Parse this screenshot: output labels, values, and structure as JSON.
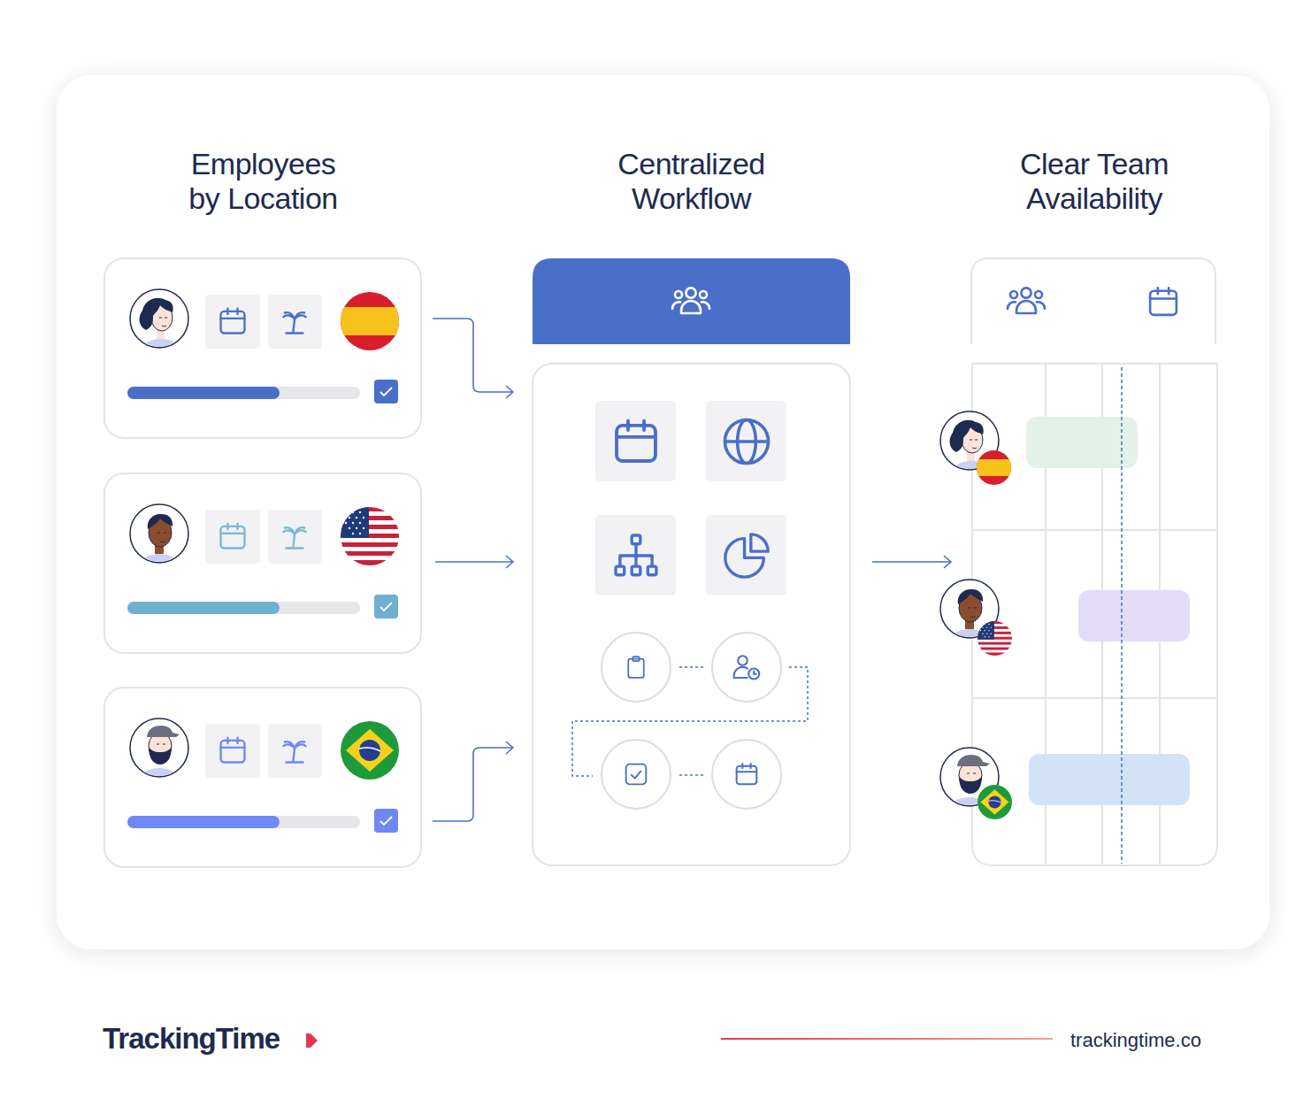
{
  "diagram": {
    "nodes": [
      {
        "text": [
          "Employees by Location"
        ]
      },
      {
        "text": [
          "Centralized Workflow"
        ]
      },
      {
        "text": [
          "Clear Team Availability"
        ]
      }
    ],
    "edges": [
      {
        "from": 0,
        "to": 1,
        "arrow": "to"
      },
      {
        "from": 1,
        "to": 2,
        "arrow": "to"
      }
    ],
    "labels": [
      "TrackingTime",
      "trackingtime.co"
    ]
  }
}
